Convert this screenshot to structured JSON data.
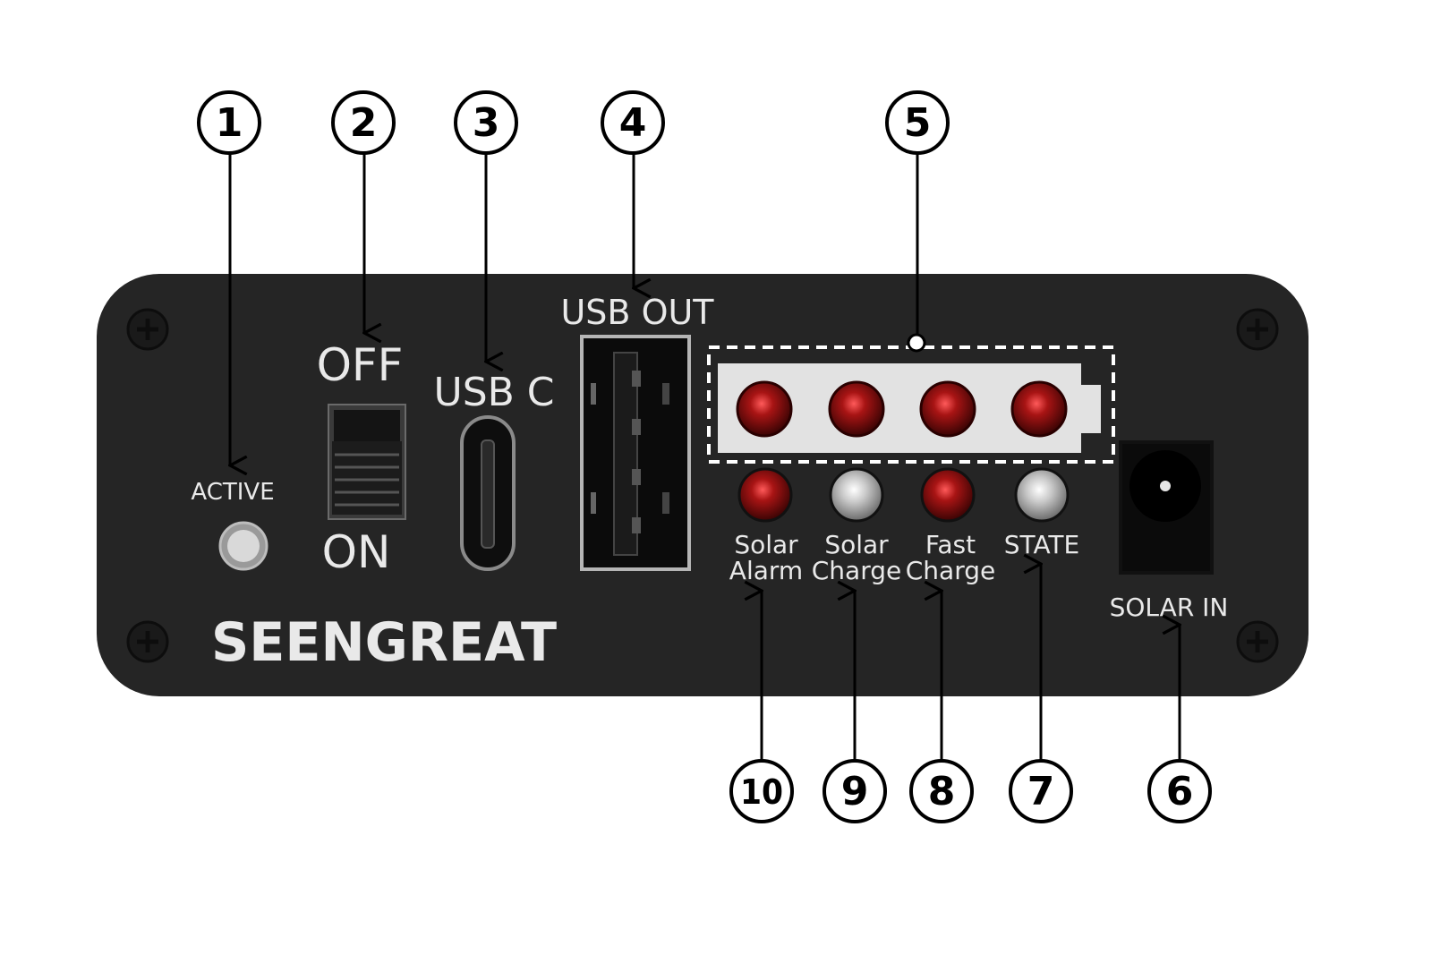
{
  "callouts": [
    "1",
    "2",
    "3",
    "4",
    "5",
    "6",
    "7",
    "8",
    "9",
    "10"
  ],
  "labels": {
    "active": "ACTIVE",
    "off": "OFF",
    "on": "ON",
    "usb_c": "USB C",
    "usb_out": "USB OUT",
    "solar_in": "SOLAR IN",
    "solar_alarm_1": "Solar",
    "solar_alarm_2": "Alarm",
    "solar_charge_1": "Solar",
    "solar_charge_2": "Charge",
    "fast_charge_1": "Fast",
    "fast_charge_2": "Charge",
    "state": "STATE"
  },
  "brand": "SEENGREAT",
  "colors": {
    "panel": "#252525",
    "led_red": "#8a0f0f",
    "led_white": "#d8d8d8",
    "battery_bar": "#e2e2e2"
  },
  "icons": [
    "screw-icon",
    "power-switch",
    "usb-c-port",
    "usb-a-port",
    "dc-jack"
  ]
}
